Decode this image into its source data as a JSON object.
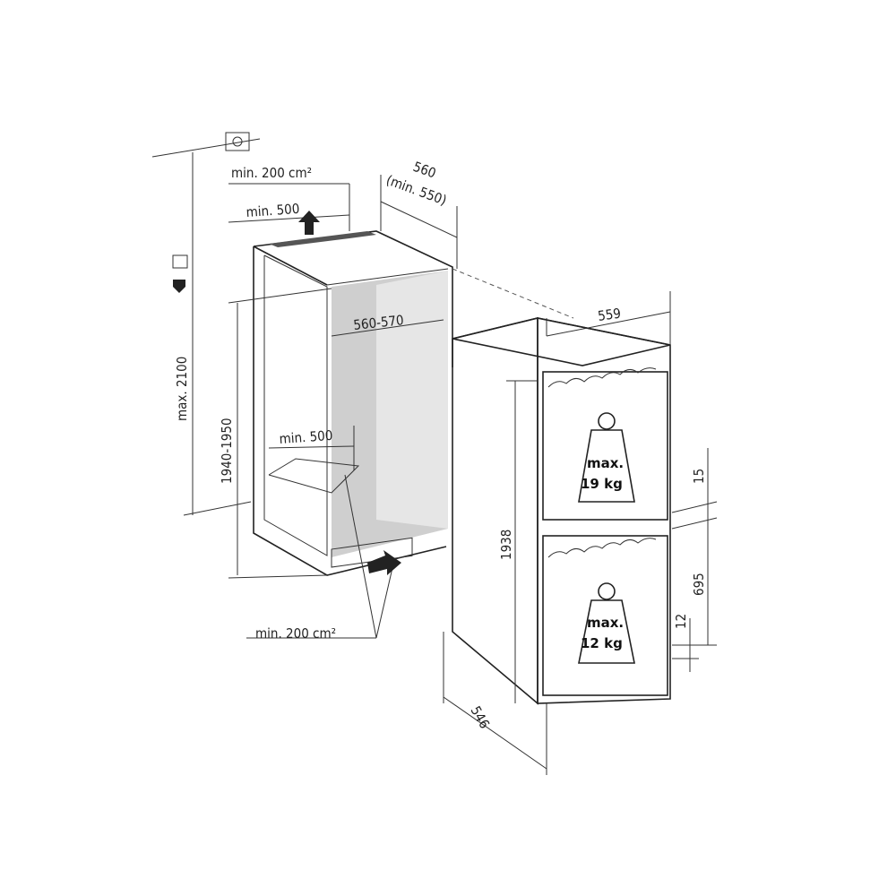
{
  "colors": {
    "line": "#222222",
    "niche_interior": "#cfcfcf",
    "fridge_side": "#e4e4e4"
  },
  "icons": [
    "socket-icon",
    "plug-icon",
    "water-tap-icon",
    "airflow-arrow-icon",
    "weight-icon"
  ],
  "niche": {
    "vent_top": "min. 200 cm²",
    "vent_top_width": "min. 500",
    "depth": "560",
    "depth_min": "(min. 550)",
    "width": "560-570",
    "vent_bottom_width": "min. 500",
    "height": "1940-1950",
    "socket_height": "max. 2100",
    "vent_bottom": "min. 200 cm²"
  },
  "appliance": {
    "width": "559",
    "height": "1938",
    "depth": "546",
    "door_gap": "15",
    "lower_door_height": "695",
    "bottom_offset": "12",
    "upper_door_load": {
      "line1": "max.",
      "line2": "19 kg"
    },
    "lower_door_load": {
      "line1": "max.",
      "line2": "12 kg"
    }
  }
}
